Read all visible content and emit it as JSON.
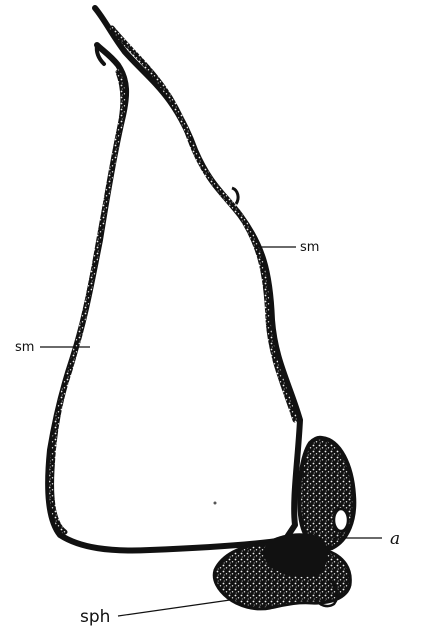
{
  "figure": {
    "labels": {
      "sm_right": "sm",
      "sm_left": "sm",
      "a": "a",
      "sph": "sph"
    },
    "colors": {
      "ink": "#111111",
      "paper": "#ffffff",
      "speckle": "#f2f2f2"
    }
  }
}
